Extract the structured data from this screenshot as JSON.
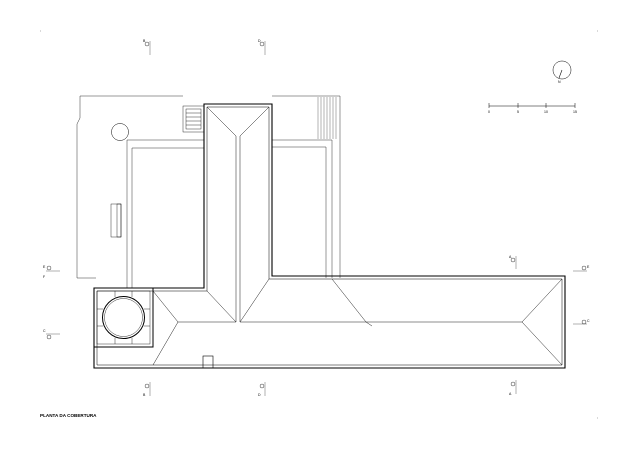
{
  "drawing": {
    "title": "PLANTA DA COBERTURA",
    "section_markers": [
      {
        "id": "b-top",
        "label": "B"
      },
      {
        "id": "b-bottom",
        "label": "B"
      },
      {
        "id": "d-top",
        "label": "D"
      },
      {
        "id": "d-bottom",
        "label": "D"
      },
      {
        "id": "a-top",
        "label": "A"
      },
      {
        "id": "a-bottom",
        "label": "A"
      },
      {
        "id": "e-left",
        "label": "E"
      },
      {
        "id": "f-left",
        "label": "F"
      },
      {
        "id": "c-left",
        "label": "C"
      },
      {
        "id": "e-right",
        "label": "E"
      },
      {
        "id": "c-right",
        "label": "C"
      }
    ],
    "north_label": "N",
    "scale_bar_labels": [
      "0",
      "5",
      "10",
      "15"
    ]
  }
}
